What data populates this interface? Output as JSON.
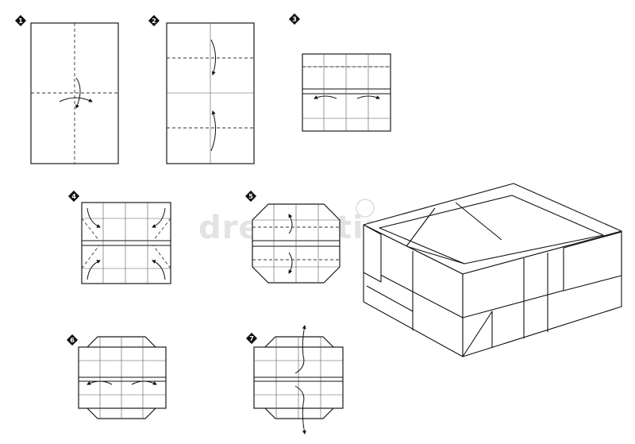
{
  "steps": [
    {
      "number": "1"
    },
    {
      "number": "2"
    },
    {
      "number": "3"
    },
    {
      "number": "4"
    },
    {
      "number": "5"
    },
    {
      "number": "6"
    },
    {
      "number": "7"
    }
  ],
  "watermark": {
    "text": "dreamstime"
  },
  "colors": {
    "line": "#111111",
    "paper": "#ffffff",
    "badge": "#111111",
    "watermark": "#e3e3e3"
  }
}
